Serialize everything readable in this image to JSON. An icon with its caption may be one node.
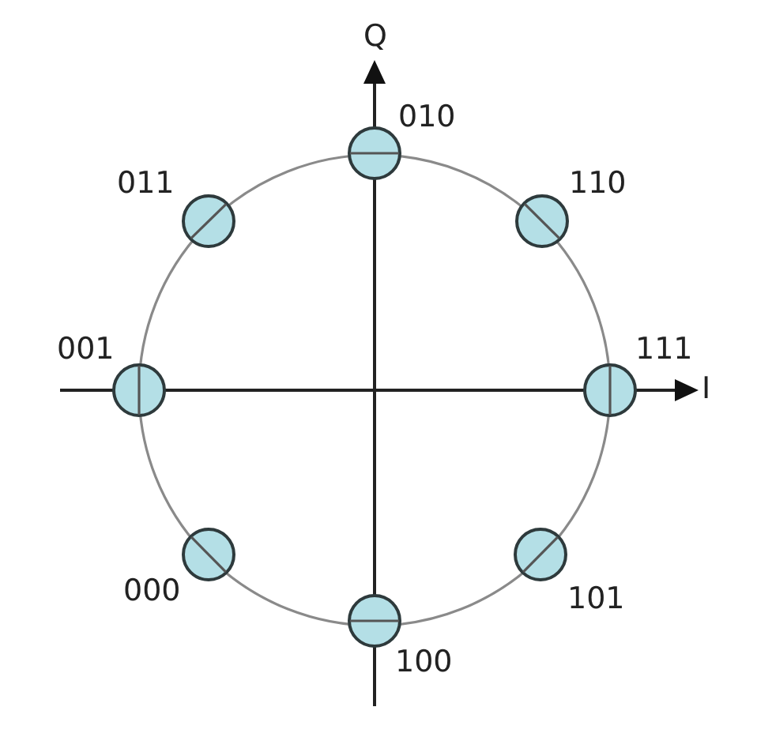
{
  "diagram": {
    "nodes": [
      {
        "text": [],
        "shape": "circle",
        "beside": [
          "010"
        ]
      },
      {
        "text": [],
        "shape": "circle",
        "beside": [
          "011"
        ]
      },
      {
        "text": [],
        "shape": "circle",
        "beside": [
          "110"
        ]
      },
      {
        "text": [],
        "shape": "circle",
        "beside": [
          "001"
        ]
      },
      {
        "text": [],
        "shape": "circle",
        "beside": [
          "111"
        ]
      },
      {
        "text": [],
        "shape": "circle",
        "beside": [
          "000"
        ]
      },
      {
        "text": [],
        "shape": "circle",
        "beside": [
          "101"
        ]
      },
      {
        "text": [],
        "shape": "circle",
        "beside": [
          "100"
        ]
      }
    ],
    "labels": [
      "Q",
      "I"
    ]
  }
}
